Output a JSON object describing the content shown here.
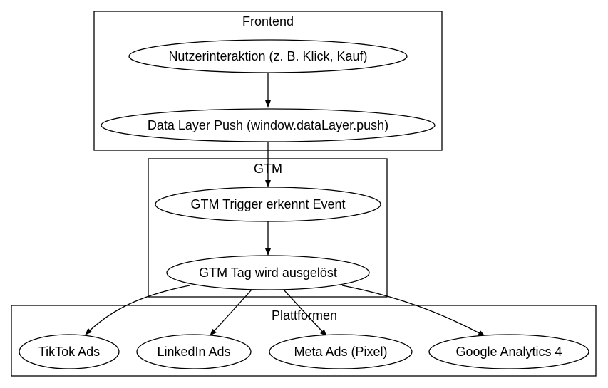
{
  "clusters": {
    "frontend": {
      "label": "Frontend"
    },
    "gtm": {
      "label": "GTM"
    },
    "platforms": {
      "label": "Plattformen"
    }
  },
  "nodes": {
    "user_interaction": "Nutzerinteraktion (z. B. Klick, Kauf)",
    "data_layer_push": "Data Layer Push (window.dataLayer.push)",
    "gtm_trigger": "GTM Trigger erkennt Event",
    "gtm_tag": "GTM Tag wird ausgelöst",
    "tiktok_ads": "TikTok Ads",
    "linkedin_ads": "LinkedIn Ads",
    "meta_ads": "Meta Ads (Pixel)",
    "google_analytics": "Google Analytics 4"
  },
  "edges": [
    {
      "from": "user_interaction",
      "to": "data_layer_push"
    },
    {
      "from": "data_layer_push",
      "to": "gtm_trigger"
    },
    {
      "from": "gtm_trigger",
      "to": "gtm_tag"
    },
    {
      "from": "gtm_tag",
      "to": "tiktok_ads"
    },
    {
      "from": "gtm_tag",
      "to": "linkedin_ads"
    },
    {
      "from": "gtm_tag",
      "to": "meta_ads"
    },
    {
      "from": "gtm_tag",
      "to": "google_analytics"
    }
  ],
  "colors": {
    "stroke": "#000000",
    "fill": "#ffffff",
    "background": "#ffffff"
  }
}
